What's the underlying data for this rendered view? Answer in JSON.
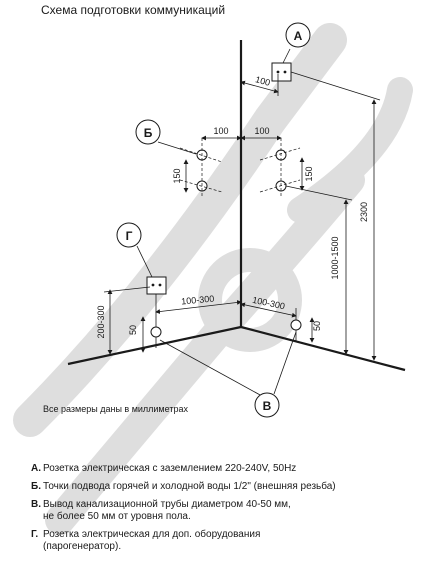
{
  "title": "Схема подготовки коммуникаций",
  "note": "Все размеры даны в миллиметрах",
  "markers": {
    "a": "А",
    "b": "Б",
    "v": "В",
    "g": "Г"
  },
  "dimensions": {
    "a_offset": "100",
    "b_left": "100",
    "b_right": "100",
    "b_vert_left": "150",
    "b_vert_right": "150",
    "height_total": "2300",
    "height_socket": "1000-1500",
    "g_height": "200-300",
    "g_offset": "100-300",
    "g_floor": "50",
    "v_offset": "100-300",
    "v_floor": "50"
  },
  "legend": [
    {
      "letter": "А.",
      "lines": [
        "Розетка электрическая с заземлением 220-240V, 50Hz"
      ]
    },
    {
      "letter": "Б.",
      "lines": [
        "Точки подвода горячей и холодной воды 1/2\" (внешняя резьба)"
      ]
    },
    {
      "letter": "В.",
      "lines": [
        "Вывод  канализационной трубы диаметром 40-50 мм,",
        "не более 50 мм от уровня пола."
      ]
    },
    {
      "letter": "Г.",
      "lines": [
        "Розетка электрическая для доп. оборудования",
        "(парогенератор)."
      ]
    }
  ],
  "colors": {
    "watermark": "#dedede",
    "ink": "#1a1a1a"
  }
}
